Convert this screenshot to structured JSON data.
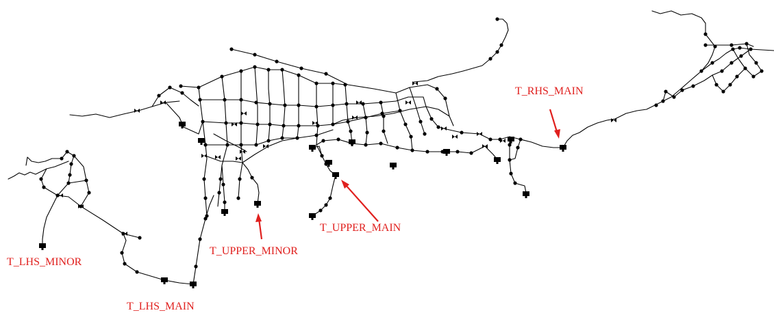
{
  "accent_color": "#e0201e",
  "network_color": "#000000",
  "labels": {
    "rhs_main": "T_RHS_MAIN",
    "upper_main": "T_UPPER_MAIN",
    "upper_minor": "T_UPPER_MINOR",
    "lhs_minor": "T_LHS_MINOR",
    "lhs_main": "T_LHS_MAIN"
  },
  "icons": {
    "tank": "tank-icon",
    "valve": "valve-icon",
    "junction": "junction-node"
  }
}
